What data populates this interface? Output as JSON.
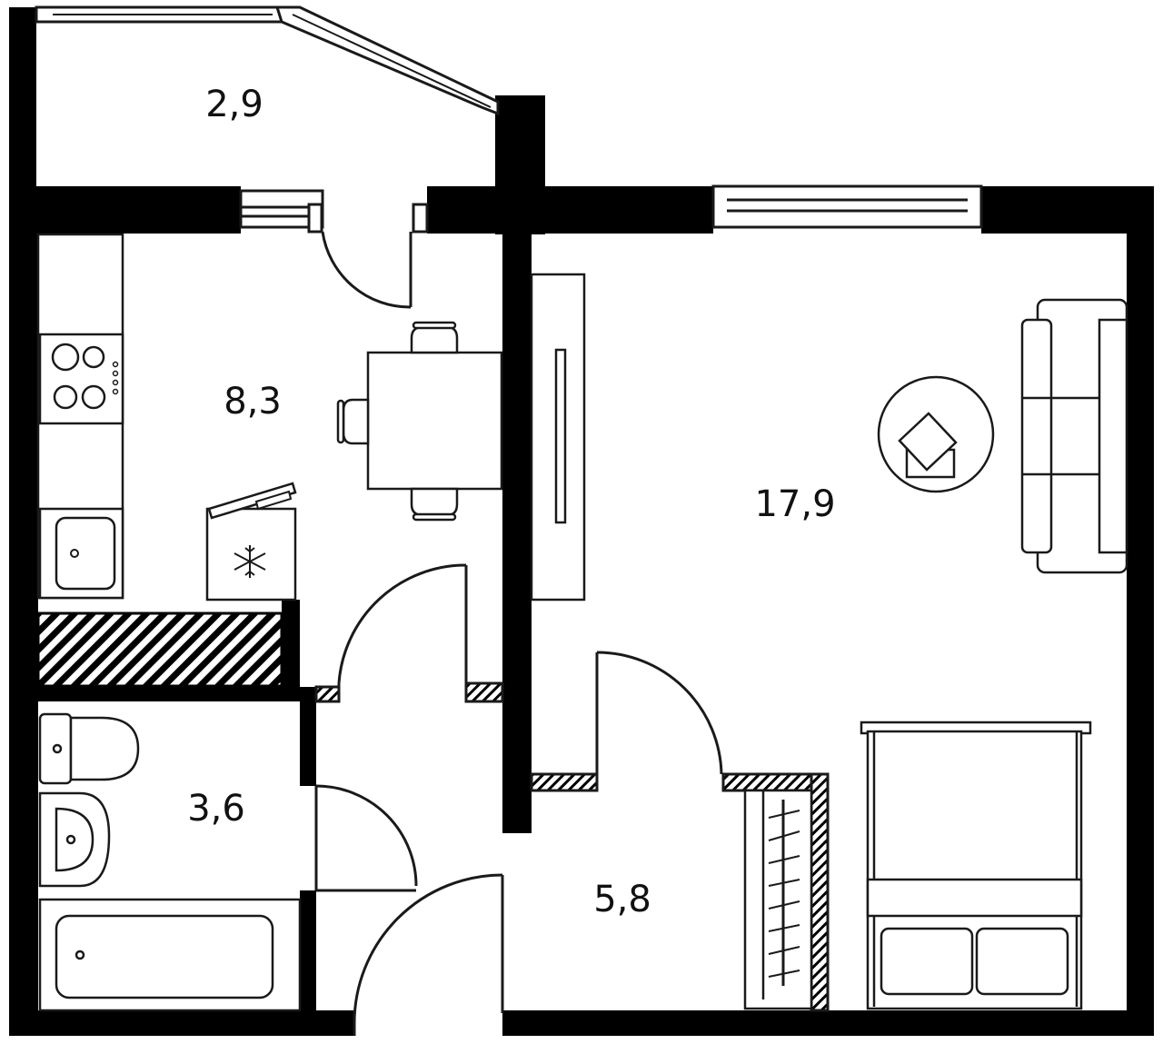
{
  "plan": {
    "colors": {
      "wall": "#000000",
      "line": "#1a1a1a",
      "background": "#ffffff",
      "hatch": "#000000"
    },
    "rooms": {
      "balcony": {
        "area": "2,9"
      },
      "kitchen": {
        "area": "8,3"
      },
      "living": {
        "area": "17,9"
      },
      "bathroom": {
        "area": "3,6"
      },
      "hall": {
        "area": "5,8"
      }
    },
    "icons": {
      "freezer": "snowflake-icon"
    }
  }
}
